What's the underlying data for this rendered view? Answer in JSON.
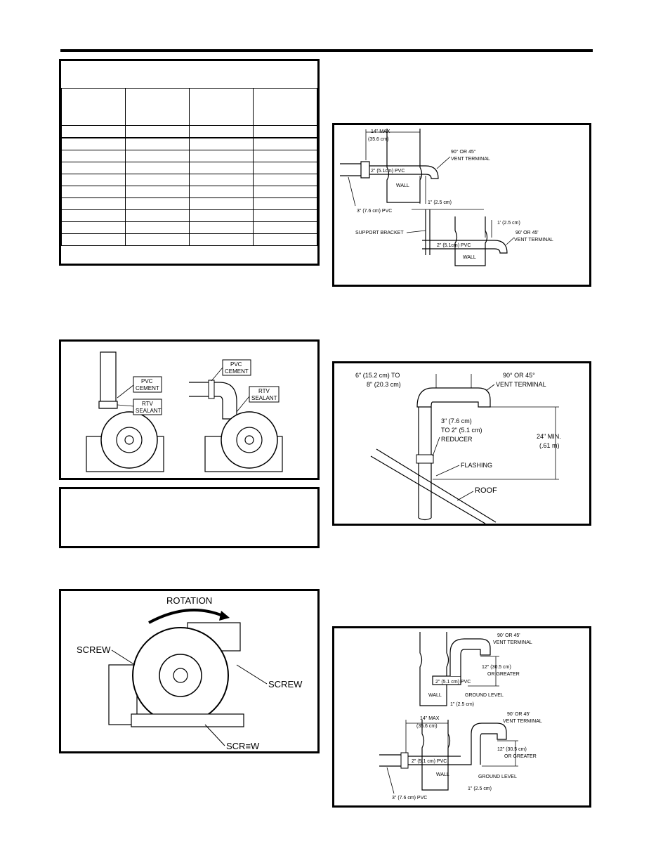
{
  "fig_top_right": {
    "max_dim": "14\" MAX",
    "max_dim_metric": "(35.6 cm)",
    "terminal_top": "90° OR 45°",
    "terminal_top_2": "VENT TERMINAL",
    "pipe_top": "2\" (5.1cm) PVC",
    "wall_top": "WALL",
    "gap_top": "1\" (2.5   cm)",
    "pipe_main": "3\" (7.6 cm) PVC",
    "bracket": "SUPPORT BRACKET",
    "gap_bottom": "1' (2.5   cm)",
    "terminal_bottom": "90' OR 45'",
    "terminal_bottom_2": "VENT TERMINAL",
    "pipe_bottom": "2\" (5.1cm) PVC",
    "wall_bottom": "WALL"
  },
  "fig_blower_cement": {
    "pvc_cement_1": "PVC",
    "pvc_cement_2": "CEMENT",
    "rtv_1": "RTV",
    "rtv_2": "SEALANT",
    "pvc_cement_b1": "PVC",
    "pvc_cement_b2": "CEMENT",
    "rtv_b1": "RTV",
    "rtv_b2": "SEALANT"
  },
  "fig_roof": {
    "offset_1": "6\" (15.2 cm) TO",
    "offset_2": "8\" (20.3 cm)",
    "terminal_1": "90° OR 45°",
    "terminal_2": "VENT TERMINAL",
    "reducer_1": "3\" (7.6 cm)",
    "reducer_2": "TO 2\" (5.1 cm)",
    "reducer_3": "REDUCER",
    "min_1": "24\" MIN.",
    "min_2": "(.61 m)",
    "flashing": "FLASHING",
    "roof": "ROOF"
  },
  "fig_rotation": {
    "rotation": "ROTATION",
    "screw_left": "SCREW",
    "screw_right": "SCREW",
    "screw_bottom": "SCR≡W"
  },
  "fig_bottom_right": {
    "terminal_top_1": "90' OR 45'",
    "terminal_top_2": "VENT TERMINAL",
    "height_top_1": "12\" (30.5 cm)",
    "height_top_2": "OR GREATER",
    "pipe_top": "2\" (5.1 cm) PVC",
    "ground_top": "GROUND LEVEL",
    "wall_top": "WALL",
    "gap_top": "1\" (2.5 cm)",
    "max_1": "14\" MAX",
    "max_2": "(35.6 cm)",
    "terminal_bot_1": "90' OR 45'",
    "terminal_bot_2": "VENT TERMINAL",
    "height_bot_1": "12\" (30.5 cm)",
    "height_bot_2": "OR GREATER",
    "pipe_bot": "2\" (5.1 cm) PVC",
    "ground_bot": "GROUND LEVEL",
    "wall_bot": "WALL",
    "pipe_main": "3\" (7.6 cm) PVC",
    "gap_bot": "1\" (2.5 cm)"
  }
}
